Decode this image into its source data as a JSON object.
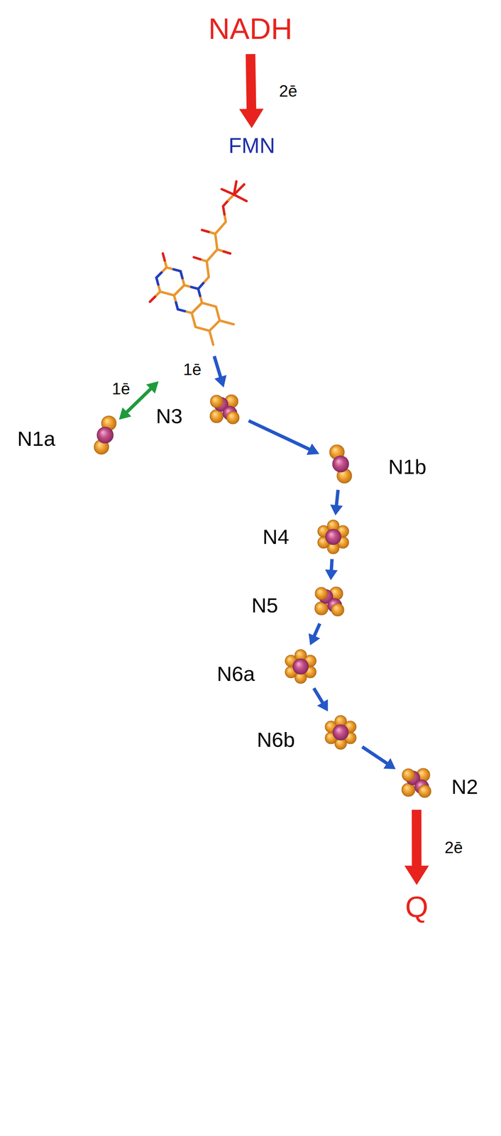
{
  "diagram": {
    "nodes": [
      {
        "text": [
          "NADH"
        ]
      },
      {
        "text": [
          "FMN"
        ]
      },
      {
        "text": [
          "N1a"
        ]
      },
      {
        "text": [
          "N3"
        ]
      },
      {
        "text": [
          "N1b"
        ]
      },
      {
        "text": [
          "N4"
        ]
      },
      {
        "text": [
          "N5"
        ]
      },
      {
        "text": [
          "N6a"
        ]
      },
      {
        "text": [
          "N6b"
        ]
      },
      {
        "text": [
          "N2"
        ]
      },
      {
        "text": [
          "Q"
        ]
      }
    ],
    "edges": [
      {
        "from": 0,
        "to": 1,
        "label": "2ē",
        "arrow": "to"
      },
      {
        "from": 1,
        "to": 2,
        "label": "1ē",
        "arrow": "both"
      },
      {
        "from": 1,
        "to": 3,
        "label": "1ē",
        "arrow": "to"
      },
      {
        "from": 3,
        "to": 4,
        "arrow": "to"
      },
      {
        "from": 4,
        "to": 5,
        "arrow": "to"
      },
      {
        "from": 5,
        "to": 6,
        "arrow": "to"
      },
      {
        "from": 6,
        "to": 7,
        "arrow": "to"
      },
      {
        "from": 7,
        "to": 8,
        "arrow": "to"
      },
      {
        "from": 8,
        "to": 9,
        "arrow": "to"
      },
      {
        "from": 9,
        "to": 10,
        "label": "2ē",
        "arrow": "to"
      }
    ]
  }
}
